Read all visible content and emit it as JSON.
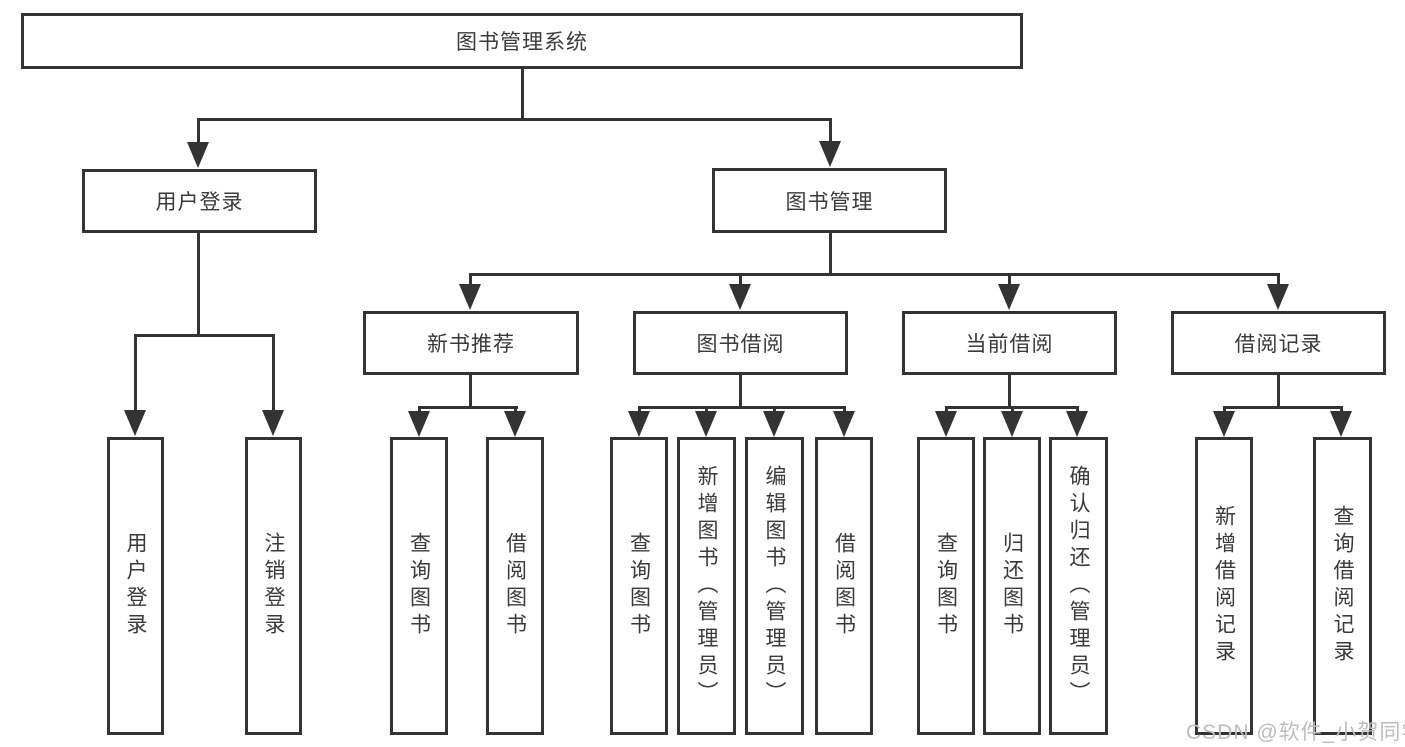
{
  "diagram": {
    "title": "图书管理系统",
    "level1": [
      {
        "label": "用户登录",
        "children": [
          "用户登录",
          "注销登录"
        ]
      },
      {
        "label": "图书管理",
        "children": [
          {
            "label": "新书推荐",
            "children": [
              "查询图书",
              "借阅图书"
            ]
          },
          {
            "label": "图书借阅",
            "children": [
              "查询图书",
              "新增图书（管理员）",
              "编辑图书（管理员）",
              "借阅图书"
            ]
          },
          {
            "label": "当前借阅",
            "children": [
              "查询图书",
              "归还图书",
              "确认归还（管理员）"
            ]
          },
          {
            "label": "借阅记录",
            "children": [
              "新增借阅记录",
              "查询借阅记录"
            ]
          }
        ]
      }
    ]
  },
  "watermark": "CSDN @软件_小贺同学",
  "colors": {
    "line": "#333333",
    "box_border": "#333333",
    "box_fill": "#ffffff",
    "text": "#3a3a3a",
    "watermark": "#bdbdbd",
    "background": "#ffffff"
  }
}
